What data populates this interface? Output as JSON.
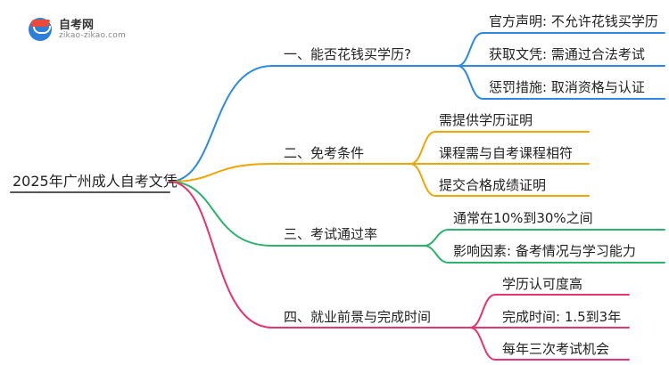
{
  "logo": {
    "name": "自考网",
    "url": "zikao-zikao.com"
  },
  "root": "2025年广州成人自考文凭",
  "branches": [
    {
      "label": "一、能否花钱买学历?",
      "color": "#2b8ae2",
      "children": [
        "官方声明: 不允许花钱买学历",
        "获取文凭: 需通过合法考试",
        "惩罚措施: 取消资格与认证"
      ]
    },
    {
      "label": "二、免考条件",
      "color": "#f0a500",
      "children": [
        "需提供学历证明",
        "课程需与自考课程相符",
        "提交合格成绩证明"
      ]
    },
    {
      "label": "三、考试通过率",
      "color": "#2ab36b",
      "children": [
        "通常在10%到30%之间",
        "影响因素: 备考情况与学习能力"
      ]
    },
    {
      "label": "四、就业前景与完成时间",
      "color": "#e8336e",
      "children": [
        "学历认可度高",
        "完成时间: 1.5到3年",
        "每年三次考试机会"
      ]
    }
  ]
}
